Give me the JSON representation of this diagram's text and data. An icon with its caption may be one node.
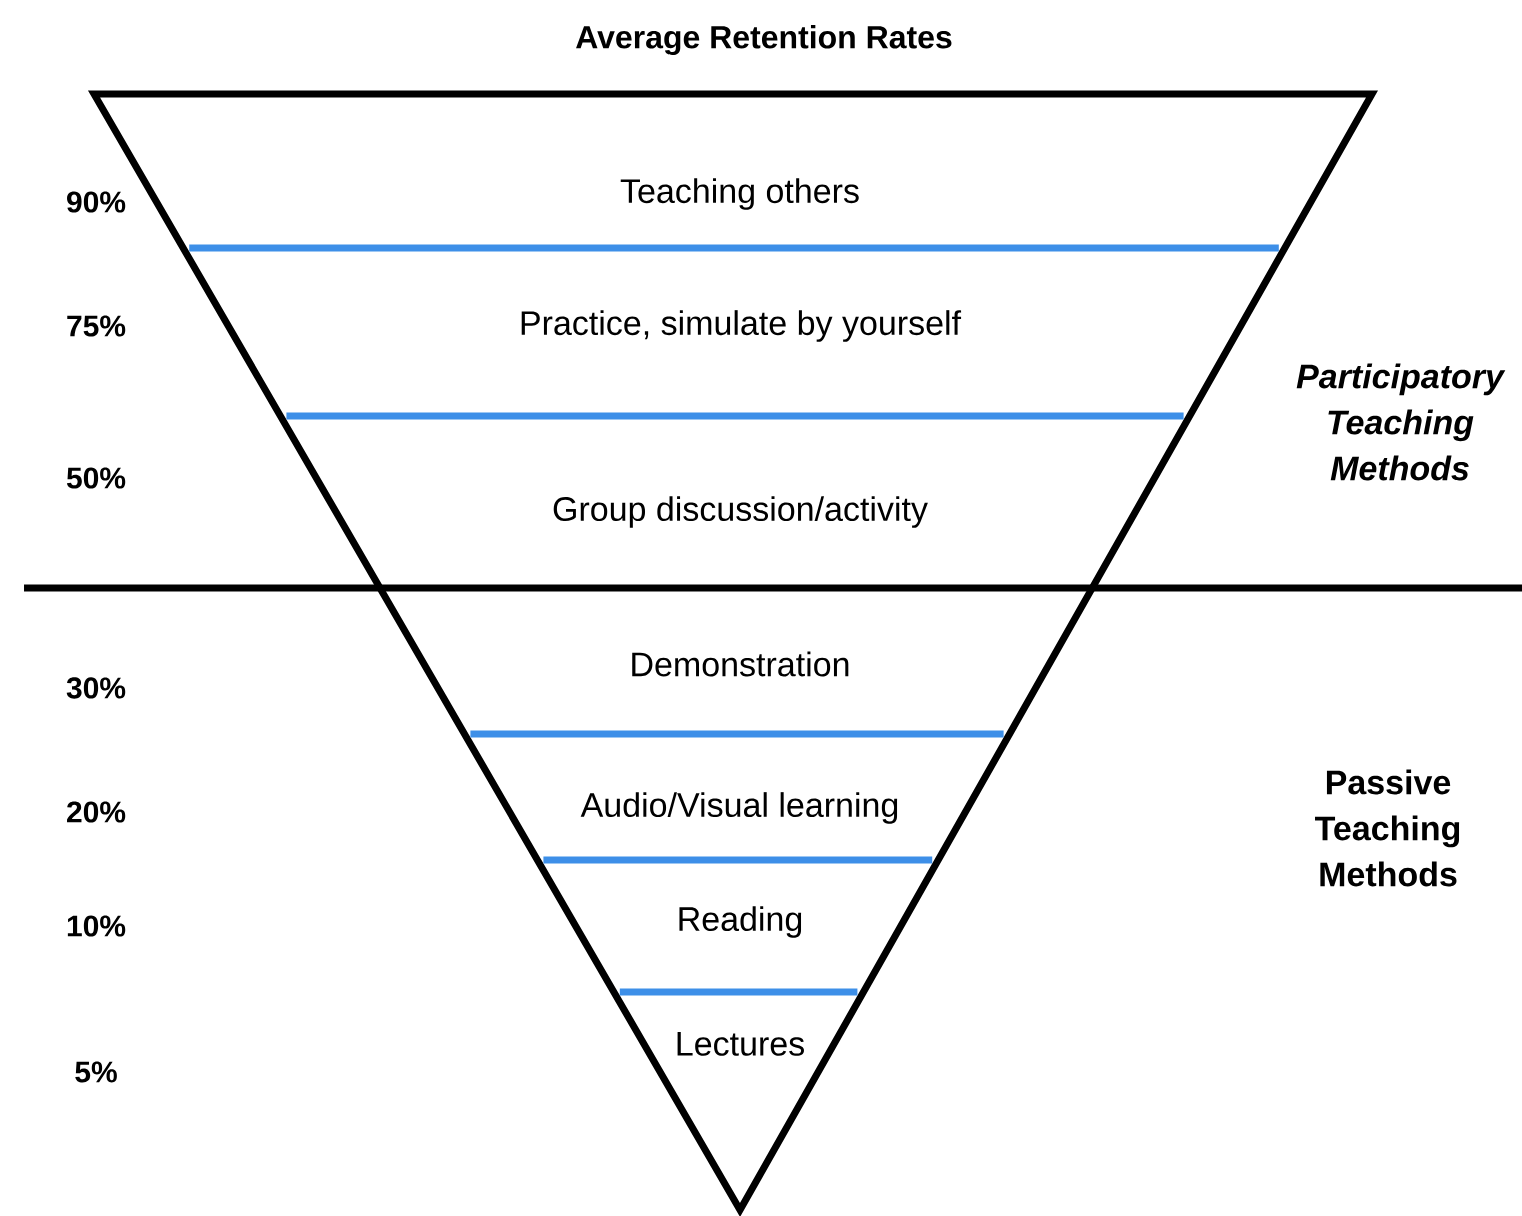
{
  "diagram": {
    "title": "Average Retention Rates",
    "nodes": [
      {
        "text": [
          "Teaching others"
        ]
      },
      {
        "text": [
          "Practice, simulate by yourself"
        ]
      },
      {
        "text": [
          "Group discussion/activity"
        ]
      },
      {
        "text": [
          "Demonstration"
        ]
      },
      {
        "text": [
          "Audio/Visual learning"
        ]
      },
      {
        "text": [
          "Reading"
        ]
      },
      {
        "text": [
          "Lectures"
        ]
      }
    ],
    "labels": [
      "90%",
      "75%",
      "Participatory Teaching Methods",
      "50%",
      "30%",
      "Passive Teaching Methods",
      "20%",
      "10%",
      "5%"
    ]
  }
}
